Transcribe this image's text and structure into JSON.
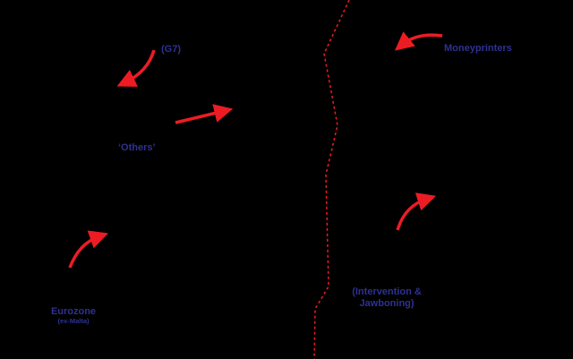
{
  "labels": {
    "g7": "(G7)",
    "moneyprinters": "Moneyprinters",
    "others": "‘Others’",
    "eurozone": "Eurozone",
    "eurozone_note": "(ex-Malta)",
    "intervention_line1": "(Intervention &",
    "intervention_line2": "Jawboning)"
  },
  "colors": {
    "background": "#000000",
    "label": "#2e3192",
    "arrow": "#ed1c24",
    "divider": "#ed1c24"
  }
}
